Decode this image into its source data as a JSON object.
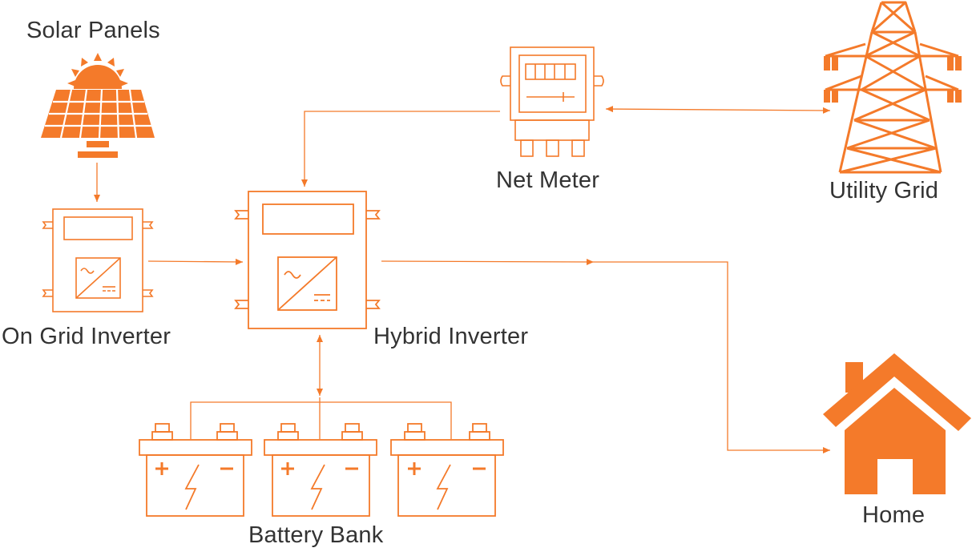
{
  "colors": {
    "accent": "#F47A2A",
    "text": "#333333",
    "background": "#FFFFFF"
  },
  "nodes": {
    "solar_panels": {
      "label": "Solar Panels",
      "icon": "solar-panel-icon"
    },
    "on_grid_inverter": {
      "label": "On Grid Inverter",
      "icon": "inverter-icon"
    },
    "hybrid_inverter": {
      "label": "Hybrid Inverter",
      "icon": "inverter-icon"
    },
    "net_meter": {
      "label": "Net Meter",
      "icon": "meter-icon"
    },
    "utility_grid": {
      "label": "Utility Grid",
      "icon": "transmission-tower-icon"
    },
    "battery_bank": {
      "label": "Battery Bank",
      "icon": "battery-icon"
    },
    "home": {
      "label": "Home",
      "icon": "house-icon"
    }
  },
  "edges": [
    {
      "from": "Solar Panels",
      "to": "On Grid Inverter",
      "direction": "one-way"
    },
    {
      "from": "On Grid Inverter",
      "to": "Hybrid Inverter",
      "direction": "one-way"
    },
    {
      "from": "Net Meter",
      "to": "Hybrid Inverter",
      "direction": "one-way"
    },
    {
      "from": "Net Meter",
      "to": "Utility Grid",
      "direction": "two-way"
    },
    {
      "from": "Hybrid Inverter",
      "to": "Battery Bank",
      "direction": "two-way"
    },
    {
      "from": "Hybrid Inverter",
      "to": "Home",
      "direction": "one-way"
    }
  ]
}
